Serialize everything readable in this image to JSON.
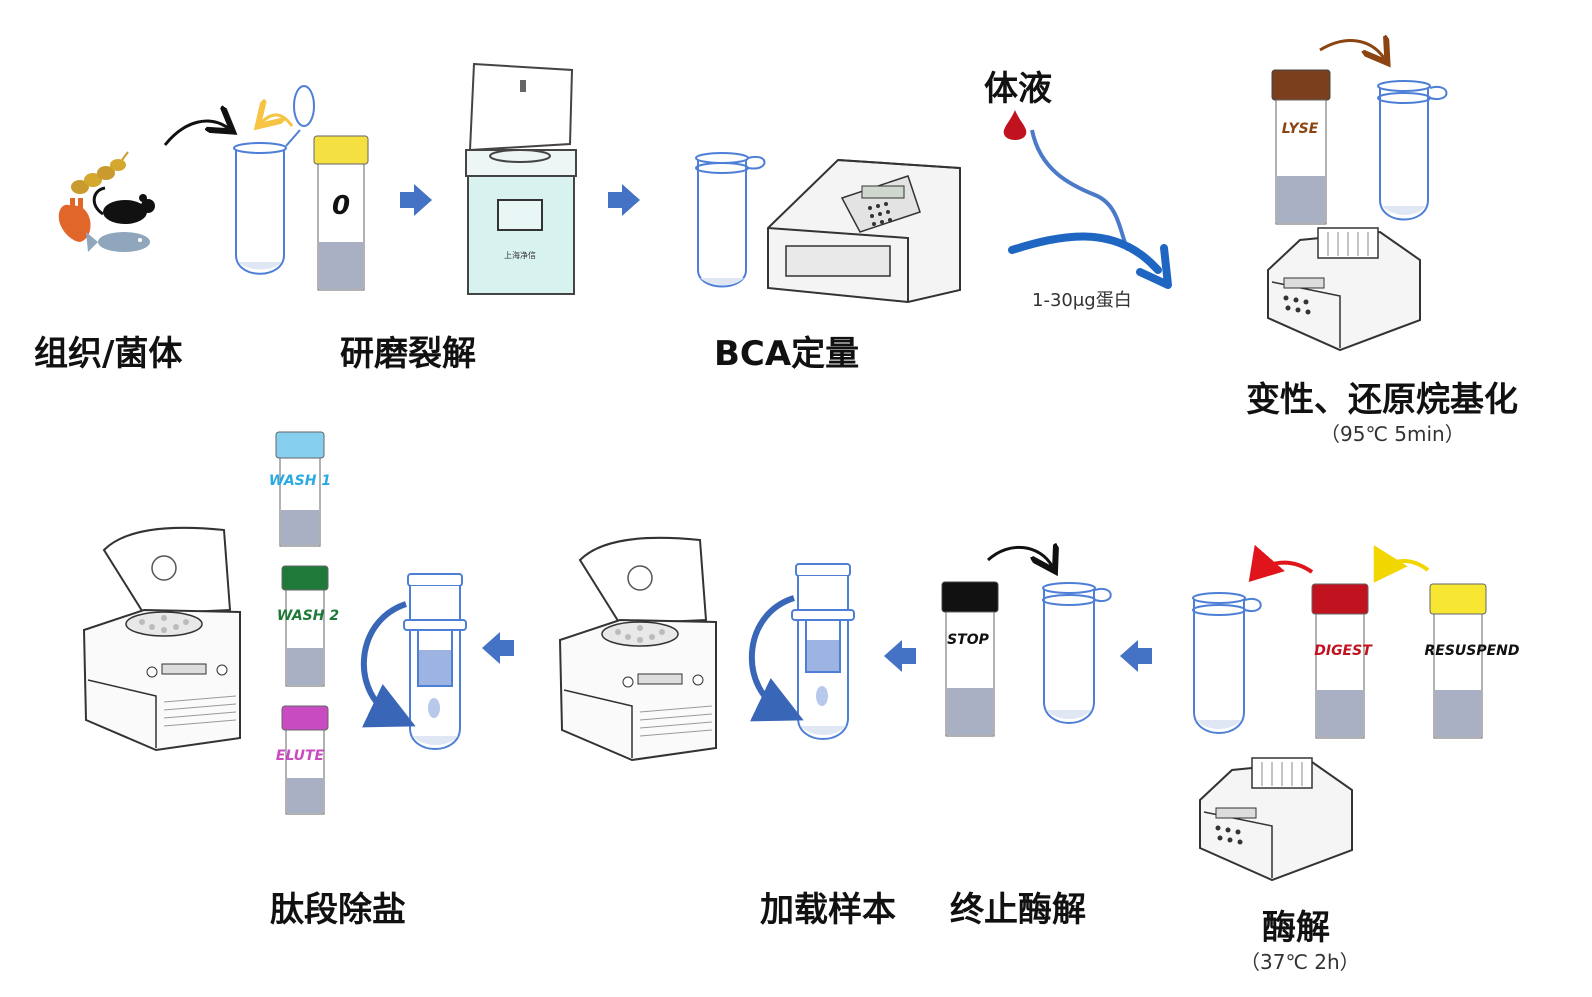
{
  "steps": {
    "s1": "组织/菌体",
    "s2": "研磨裂解",
    "s3": "BCA定量",
    "s4": "变性、还原烷基化",
    "s4_cond": "（95℃ 5min）",
    "s5": "酶解",
    "s5_cond": "（37℃ 2h）",
    "s6": "终止酶解",
    "s7": "加载样本",
    "s8": "肽段除盐"
  },
  "labels": {
    "body_fluid": "体液",
    "protein_amount": "1-30μg蛋白"
  },
  "tubes": {
    "zero": "0",
    "lyse": "LYSE",
    "digest": "DIGEST",
    "resuspend": "RESUSPEND",
    "stop": "STOP",
    "wash1": "WASH 1",
    "wash2": "WASH 2",
    "elute": "ELUTE"
  },
  "colors": {
    "flow_arrow": "#4472C4",
    "tube_outline": "#4d7fd6",
    "liquid": "#a9b0c4",
    "cap_zero": "#f5e042",
    "cap_lyse": "#7b3f1d",
    "cap_digest": "#c1121f",
    "cap_resuspend": "#f7e733",
    "cap_stop": "#111111",
    "cap_wash1": "#87cfee",
    "cap_wash2": "#1f7a3a",
    "cap_elute": "#c94bc1",
    "text_lyse": "#8b4513",
    "text_digest": "#c1121f",
    "text_wash1": "#29abe2",
    "text_wash2": "#1f7a3a",
    "text_elute": "#c94bc1",
    "blood_drop": "#c1121f",
    "curve_blue": "#1f66c2"
  },
  "icons": [
    "organism-icons",
    "grinder-icon",
    "spectrophotometer-icon",
    "thermomixer-icon",
    "centrifuge-icon"
  ]
}
